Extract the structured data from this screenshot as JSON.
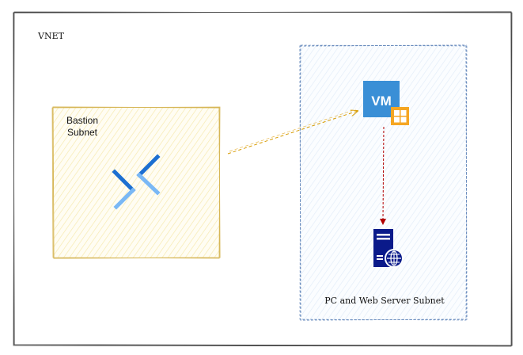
{
  "vnet": {
    "label": "VNET"
  },
  "bastion_subnet": {
    "label_line1": "Bastion",
    "label_line2": "Subnet"
  },
  "server_subnet": {
    "label": "PC and Web Server Subnet"
  },
  "vm": {
    "label": "VM"
  },
  "colors": {
    "vnet_border": "#333333",
    "bastion_border": "#d6b656",
    "bastion_fill": "#fff6cc",
    "server_border": "#6c8ebf",
    "server_fill": "#dae8fc",
    "arrow_bastion_vm": "#d79b00",
    "arrow_vm_server": "#b20000",
    "vm_blue": "#3a8fd6",
    "windows_orange": "#f5a623",
    "server_navy": "#0a1a8a",
    "bastion_blue_dark": "#1c6fd1",
    "bastion_blue_light": "#7ab8f5"
  }
}
